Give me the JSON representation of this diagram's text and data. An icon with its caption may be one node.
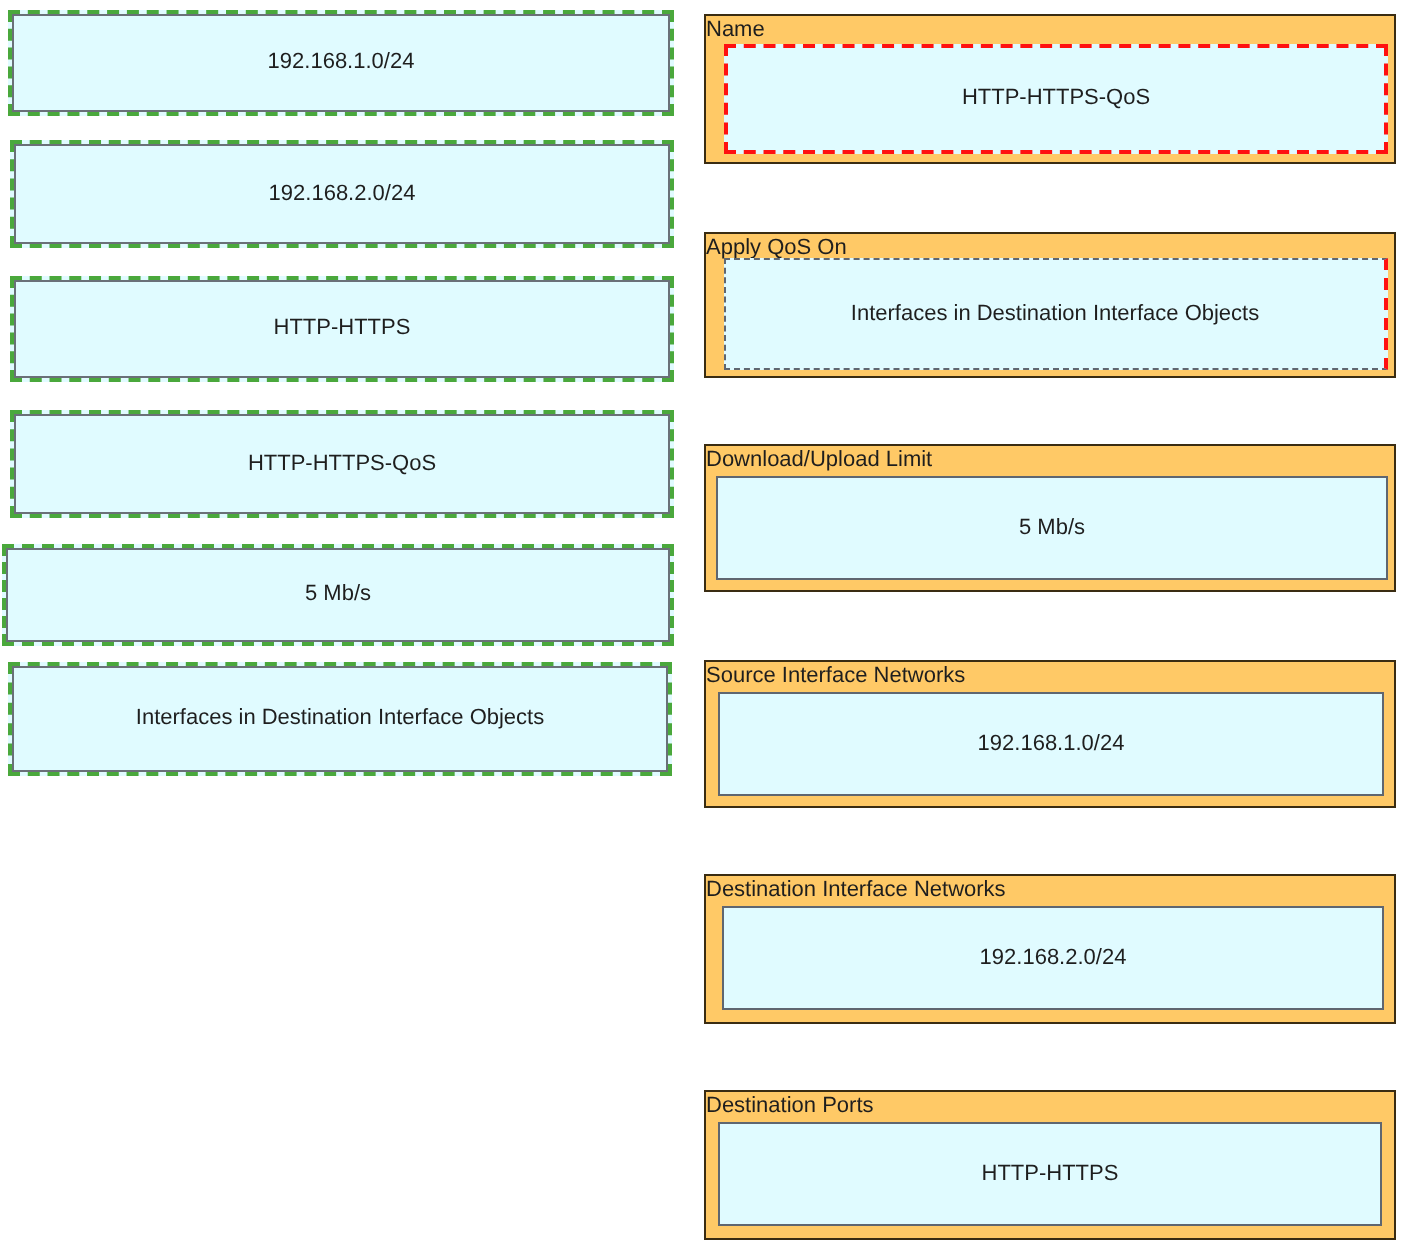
{
  "diagram": {
    "nodes": [
      {
        "text": [
          "192.168.1.0/24"
        ]
      },
      {
        "text": [
          "192.168.2.0/24"
        ]
      },
      {
        "text": [
          "HTTP-HTTPS"
        ]
      },
      {
        "text": [
          "HTTP-HTTPS-QoS"
        ]
      },
      {
        "text": [
          "5 Mb/s"
        ]
      },
      {
        "text": [
          "Interfaces in Destination Interface Objects"
        ]
      },
      {
        "text": [
          "Name"
        ]
      },
      {
        "text": [
          "HTTP-HTTPS-QoS"
        ],
        "in": 6
      },
      {
        "text": [
          "Apply QoS On"
        ]
      },
      {
        "text": [
          "Interfaces in Destination Interface Objects"
        ],
        "in": 8
      },
      {
        "text": [
          "Download/Upload Limit"
        ]
      },
      {
        "text": [
          "5 Mb/s"
        ],
        "in": 10
      },
      {
        "text": [
          "Source Interface Networks"
        ]
      },
      {
        "text": [
          "192.168.1.0/24"
        ],
        "in": 12
      },
      {
        "text": [
          "Destination Interface Networks"
        ]
      },
      {
        "text": [
          "192.168.2.0/24"
        ],
        "in": 14
      },
      {
        "text": [
          "Destination Ports"
        ]
      },
      {
        "text": [
          "HTTP-HTTPS"
        ],
        "in": 16
      }
    ]
  }
}
